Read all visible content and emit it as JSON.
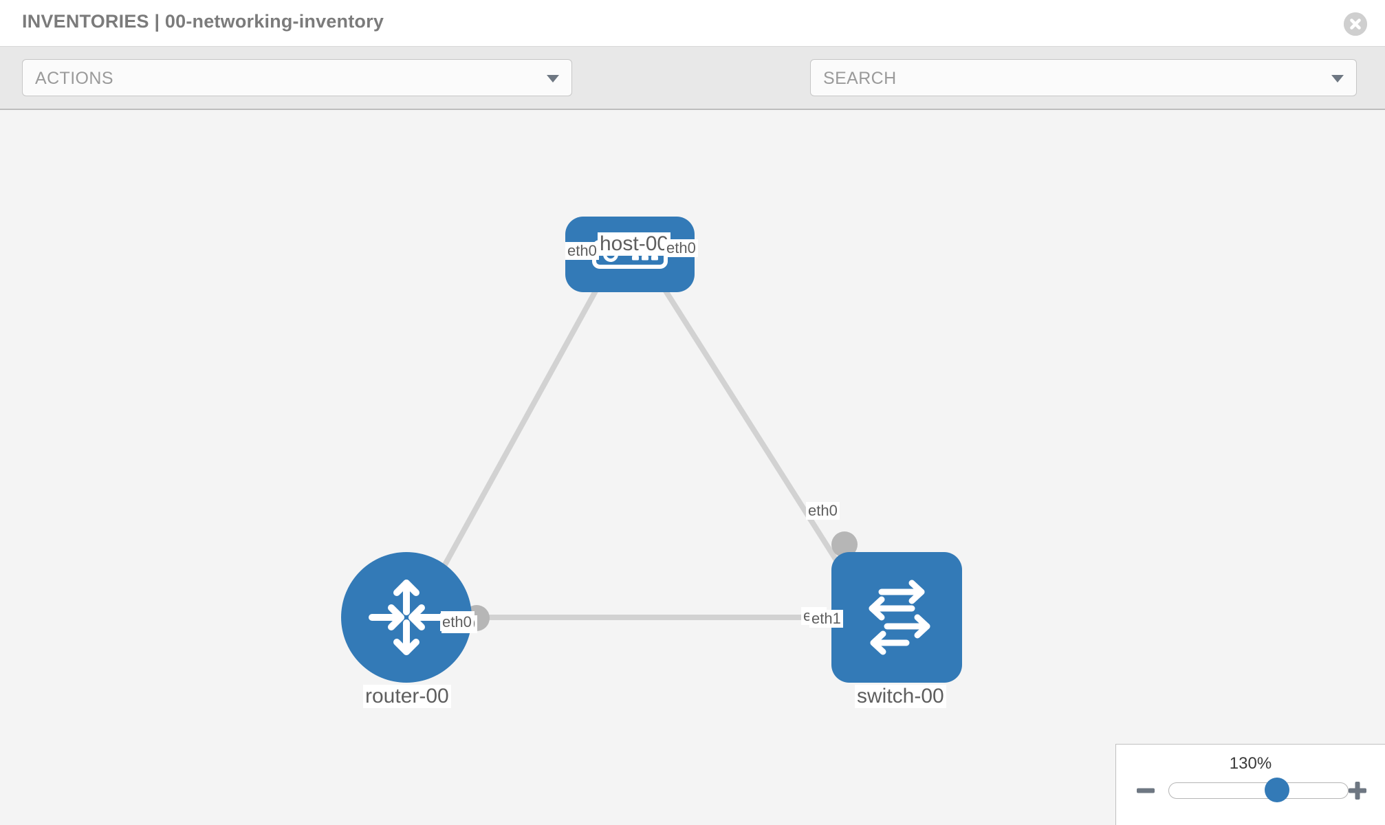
{
  "header": {
    "title": "INVENTORIES | 00-networking-inventory",
    "close_icon": "close-circle-icon"
  },
  "toolbar": {
    "actions": {
      "value": "ACTIONS",
      "caret_icon": "chevron-down-icon"
    },
    "search": {
      "placeholder": "SEARCH",
      "value": "SEARCH",
      "caret_icon": "chevron-down-icon"
    },
    "wrench_icon": "wrench-icon",
    "key_icon": "key-icon"
  },
  "topology": {
    "nodes": [
      {
        "id": "host-00",
        "label": "host-00",
        "type": "host",
        "icon": "server-icon"
      },
      {
        "id": "router-00",
        "label": "router-00",
        "type": "router",
        "icon": "router-arrows-icon"
      },
      {
        "id": "switch-00",
        "label": "switch-00",
        "type": "switch",
        "icon": "switch-arrows-icon"
      }
    ],
    "interface_labels": [
      {
        "id": "host-left",
        "text": "eth0"
      },
      {
        "id": "host-right",
        "text": "eth0"
      },
      {
        "id": "router-up",
        "text": "eth0"
      },
      {
        "id": "switch-up",
        "text": "eth0"
      },
      {
        "id": "router-right",
        "text": "eth0"
      },
      {
        "id": "switch-left-a",
        "text": "eth"
      },
      {
        "id": "switch-left-b",
        "text": "eth1"
      }
    ],
    "links": [
      {
        "from": "host-00",
        "to": "router-00"
      },
      {
        "from": "host-00",
        "to": "switch-00"
      },
      {
        "from": "router-00",
        "to": "switch-00"
      }
    ]
  },
  "zoom_control": {
    "level": "130%",
    "minus_icon": "minus-icon",
    "plus_icon": "plus-icon",
    "thumb_icon": "slider-thumb"
  },
  "colors": {
    "node_blue": "#337ab7",
    "canvas_bg": "#f4f4f4",
    "toolbar_bg": "#e8e8e8",
    "link_gray": "#d2d2d2",
    "iface_gray": "#b6b6b6"
  }
}
